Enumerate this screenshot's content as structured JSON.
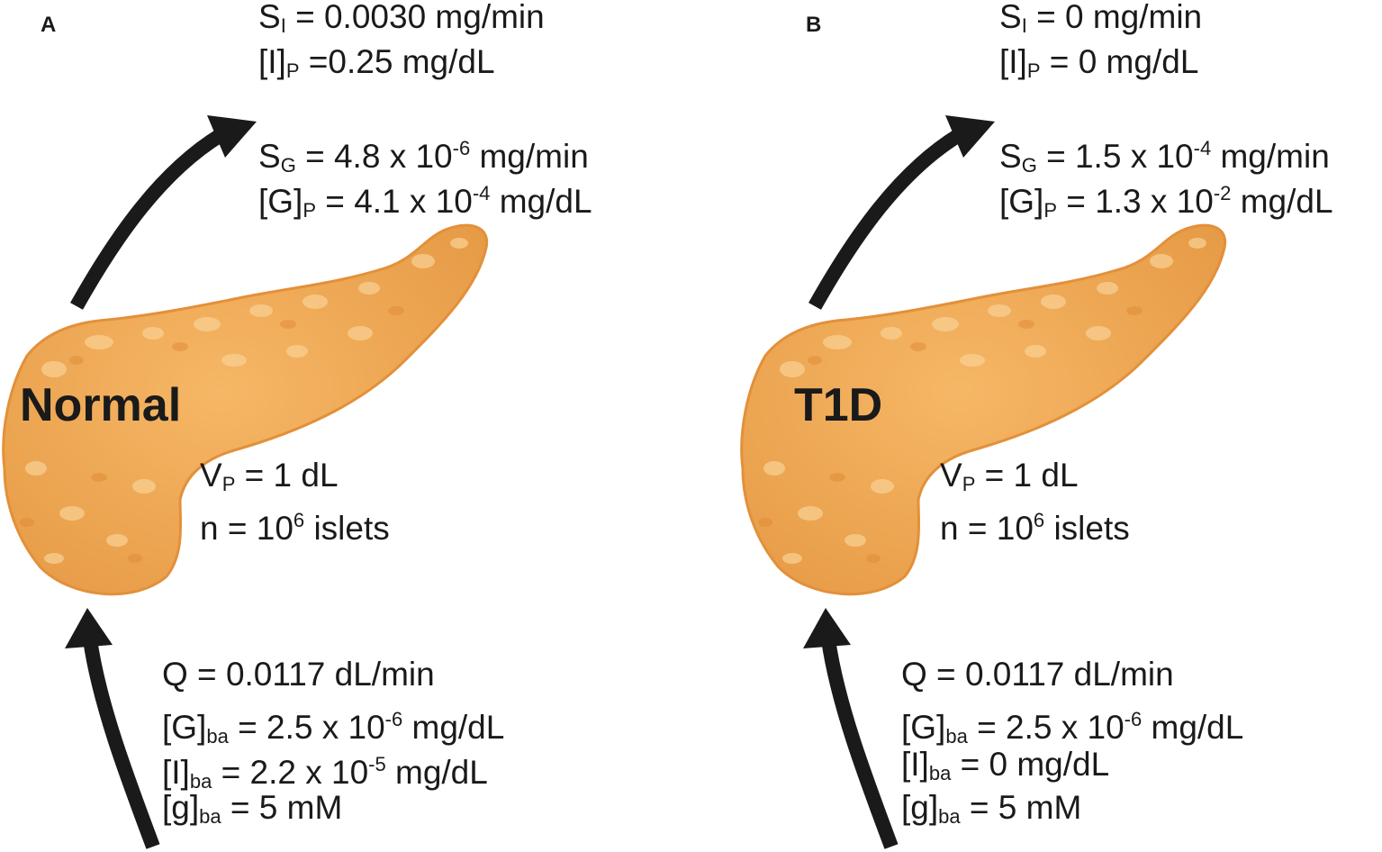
{
  "panels": [
    {
      "letter": "A",
      "condition": "Normal",
      "outflow": {
        "si": "0.0030 mg/min",
        "ip": "0.25 mg/dL",
        "sg": "4.8 x 10",
        "sg_exp": "-6",
        "sg_unit": "mg/min",
        "gp": "4.1 x 10",
        "gp_exp": "-4",
        "gp_unit": "mg/dL"
      },
      "organ": {
        "vp": "1 dL",
        "n_base": "10",
        "n_exp": "6",
        "n_unit": "islets"
      },
      "inflow": {
        "q": "0.0117 dL/min",
        "gba": "2.5 x 10",
        "gba_exp": "-6",
        "gba_unit": "mg/dL",
        "iba": "2.2 x 10",
        "iba_exp": "-5",
        "iba_unit": "mg/dL",
        "gsmall": "5 mM"
      }
    },
    {
      "letter": "B",
      "condition": "T1D",
      "outflow": {
        "si": "0 mg/min",
        "ip": "0 mg/dL",
        "sg": "1.5 x 10",
        "sg_exp": "-4",
        "sg_unit": "mg/min",
        "gp": "1.3 x 10",
        "gp_exp": "-2",
        "gp_unit": "mg/dL"
      },
      "organ": {
        "vp": "1 dL",
        "n_base": "10",
        "n_exp": "6",
        "n_unit": "islets"
      },
      "inflow": {
        "q": "0.0117 dL/min",
        "gba": "2.5 x 10",
        "gba_exp": "-6",
        "gba_unit": "mg/dL",
        "iba": "0 mg/dL",
        "gsmall": "5 mM"
      }
    }
  ],
  "colors": {
    "pancreas": "#f0a650",
    "pancreas_dark": "#e0913a",
    "pancreas_light": "#f8c98a",
    "arrow": "#1a1a1a"
  }
}
